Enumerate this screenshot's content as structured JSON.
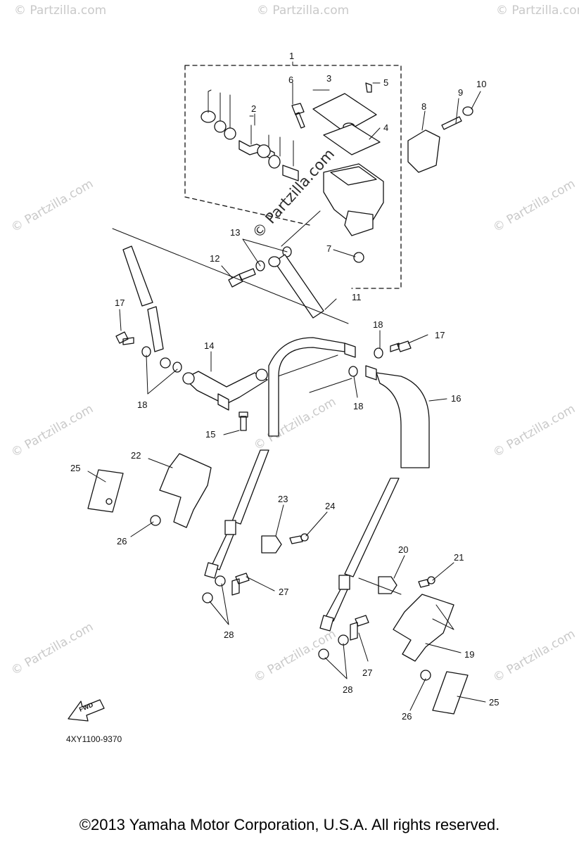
{
  "diagram": {
    "part_code": "4XY1100-9370",
    "fwd_label": "FWD",
    "watermark_center": "© Partzilla.com",
    "watermark_repeat": "© Partzilla.com",
    "callouts": {
      "c1": "1",
      "c2": "2",
      "c3": "3",
      "c4": "4",
      "c5": "5",
      "c6": "6",
      "c7": "7",
      "c8": "8",
      "c9": "9",
      "c10": "10",
      "c11": "11",
      "c12": "12",
      "c13": "13",
      "c14": "14",
      "c15": "15",
      "c16": "16",
      "c17a": "17",
      "c17b": "17",
      "c18a": "18",
      "c18b": "18",
      "c18c": "18",
      "c19": "19",
      "c20": "20",
      "c21": "21",
      "c22": "22",
      "c23": "23",
      "c24": "24",
      "c25a": "25",
      "c25b": "25",
      "c26a": "26",
      "c26b": "26",
      "c27a": "27",
      "c27b": "27",
      "c28a": "28",
      "c28b": "28"
    }
  },
  "footer": {
    "copyright": "©2013 Yamaha Motor Corporation, U.S.A. All rights reserved."
  }
}
